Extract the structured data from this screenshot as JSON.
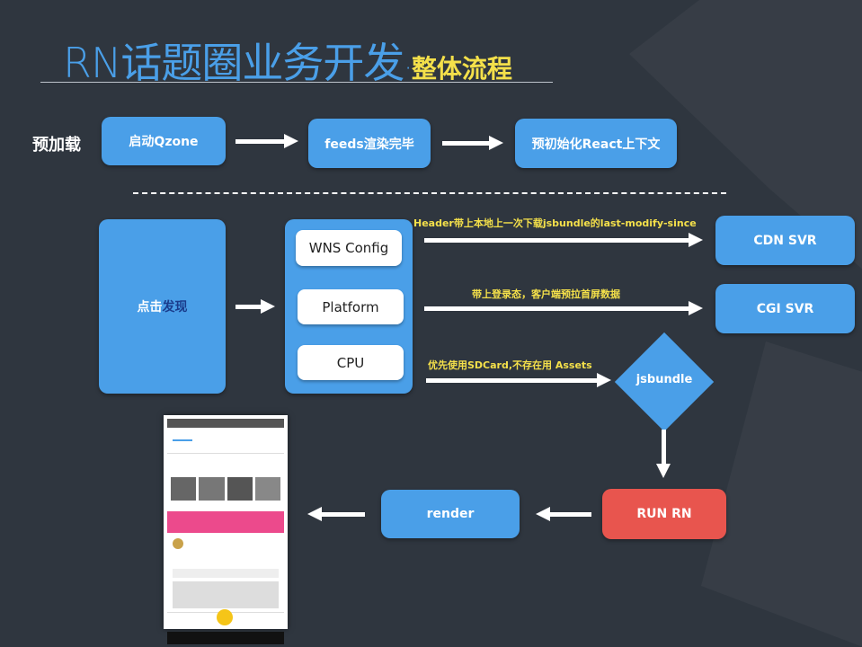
{
  "title": {
    "main": "RN话题圈业务开发",
    "dot": "·",
    "sub": "整体流程"
  },
  "preload": {
    "label": "预加载",
    "steps": [
      "启动Qzone",
      "feeds渲染完毕",
      "预初始化React上下文"
    ]
  },
  "flow": {
    "click": {
      "prefix": "点击",
      "highlight": "发现"
    },
    "modules": [
      "WNS Config",
      "Platform",
      "CPU"
    ],
    "notes": [
      "Header带上本地上一次下载jsbundle的last-modify-since",
      "带上登录态，客户端预拉首屏数据",
      "优先使用SDCard,不存在用 Assets"
    ],
    "servers": [
      "CDN SVR",
      "CGI SVR"
    ],
    "jsbundle": "jsbundle",
    "run": "RUN RN",
    "render": "render"
  },
  "colors": {
    "box": "#4a9fe8",
    "run": "#e8554e",
    "note": "#f4e04a",
    "bg": "#2f363f"
  }
}
